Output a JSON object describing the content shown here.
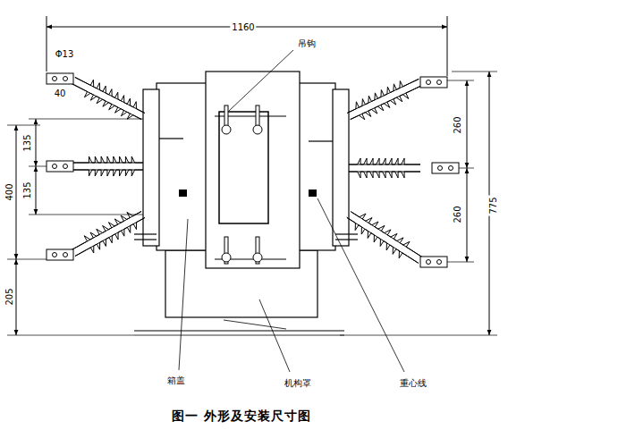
{
  "diagram": {
    "caption": "图一  外形及安装尺寸图",
    "labels": [
      "1160",
      "Φ13",
      "40",
      "吊钩",
      "135",
      "135",
      "400",
      "205",
      "260",
      "260",
      "775",
      "箱盖",
      "机构罩",
      "重心线"
    ]
  }
}
